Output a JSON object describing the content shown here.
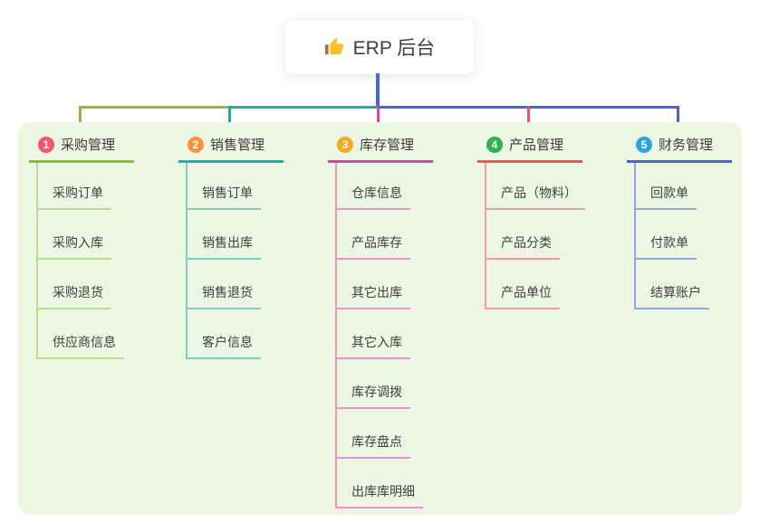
{
  "root": {
    "icon": "thumbs-up-icon",
    "label": "ERP 后台"
  },
  "branches": [
    {
      "num": "1",
      "title": "采购管理",
      "badge_color": "#f4566e",
      "line_color": "#89bb41",
      "tint_color": "#bcdc8d",
      "items": [
        "采购订单",
        "采购入库",
        "采购退货",
        "供应商信息"
      ]
    },
    {
      "num": "2",
      "title": "销售管理",
      "badge_color": "#f8923c",
      "line_color": "#12b2a8",
      "tint_color": "#79cfc8",
      "items": [
        "销售订单",
        "销售出库",
        "销售退货",
        "客户信息"
      ]
    },
    {
      "num": "3",
      "title": "库存管理",
      "badge_color": "#f9a822",
      "line_color": "#d6449f",
      "tint_color": "#ec93c9",
      "items": [
        "仓库信息",
        "产品库存",
        "其它出库",
        "其它入库",
        "库存调拨",
        "库存盘点",
        "出库库明细"
      ]
    },
    {
      "num": "4",
      "title": "产品管理",
      "badge_color": "#2bb24c",
      "line_color": "#f3525a",
      "tint_color": "#f49ba0",
      "items": [
        "产品（物料）",
        "产品分类",
        "产品单位"
      ]
    },
    {
      "num": "5",
      "title": "财务管理",
      "badge_color": "#2ea3df",
      "line_color": "#4a64d2",
      "tint_color": "#94a7e2",
      "items": [
        "回款单",
        "付款单",
        "结算账户"
      ]
    }
  ],
  "colors": {
    "canvas_bg": "#ffffff",
    "panel_bg": "#ebf7e2",
    "card_bg": "#ffffff",
    "trunk": "#4a64d2",
    "thumb_yellow": "#f6c12b",
    "thumb_sleeve": "#a8702a",
    "title_text": "#3b3b3b",
    "item_text": "#3f3f3f"
  }
}
